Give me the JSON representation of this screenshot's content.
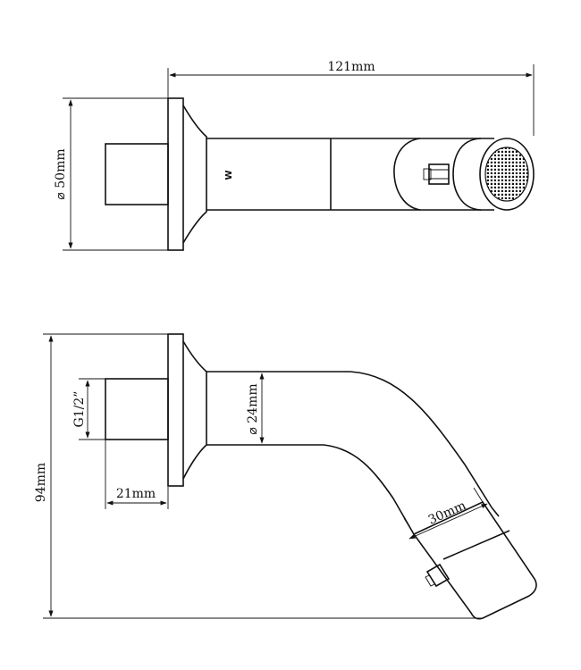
{
  "dimensions": {
    "overall_length": "121mm",
    "flange_diameter": "⌀ 50mm",
    "spout_diameter": "⌀ 24mm",
    "thread": "G1/2”",
    "thread_length": "21mm",
    "overall_height": "94mm",
    "aerator_width": "30mm"
  },
  "spout_mark": "W"
}
